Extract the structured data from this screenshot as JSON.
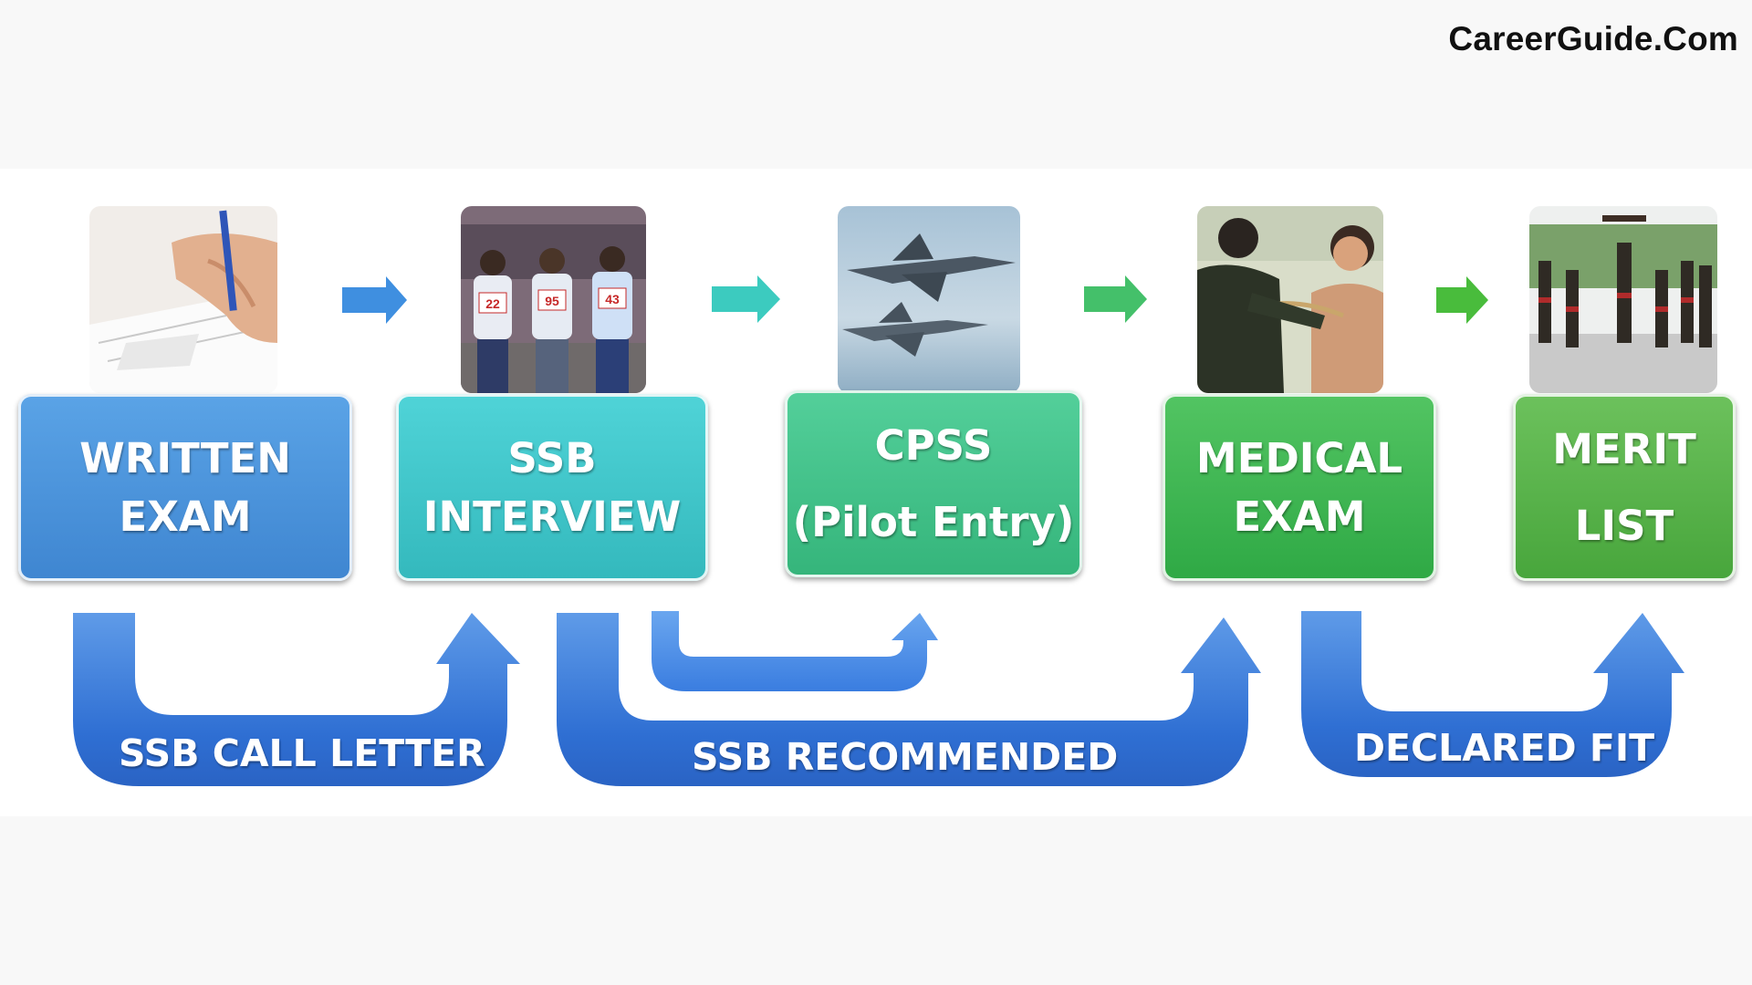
{
  "brand": "CareerGuide.Com",
  "stages": [
    {
      "line1": "WRITTEN",
      "line2": "EXAM",
      "color": "#4c94da"
    },
    {
      "line1": "SSB",
      "line2": "INTERVIEW",
      "color": "#3fc4c8"
    },
    {
      "line1": "CPSS",
      "line2": "(Pilot Entry)",
      "color": "#3ebf87"
    },
    {
      "line1": "MEDICAL",
      "line2": "EXAM",
      "color": "#3cb44e"
    },
    {
      "line1": "MERIT",
      "line2": "LIST",
      "color": "#56b046"
    }
  ],
  "photos": [
    {
      "icon": "exam-paper-writing-photo"
    },
    {
      "icon": "ssb-candidates-photo",
      "numbers": [
        "22",
        "95",
        "43"
      ]
    },
    {
      "icon": "fighter-jets-photo"
    },
    {
      "icon": "medical-checkup-photo"
    },
    {
      "icon": "parade-photo"
    }
  ],
  "connectors": {
    "ssb_call_letter": "SSB CALL LETTER",
    "ssb_recommended": "SSB RECOMMENDED",
    "declared_fit": "DECLARED FIT"
  },
  "colors": {
    "u_arrow": "#2d6fd2",
    "flow_arrows": [
      "#3f8fe0",
      "#3ccbbf",
      "#44c06a",
      "#49bc3c"
    ]
  }
}
